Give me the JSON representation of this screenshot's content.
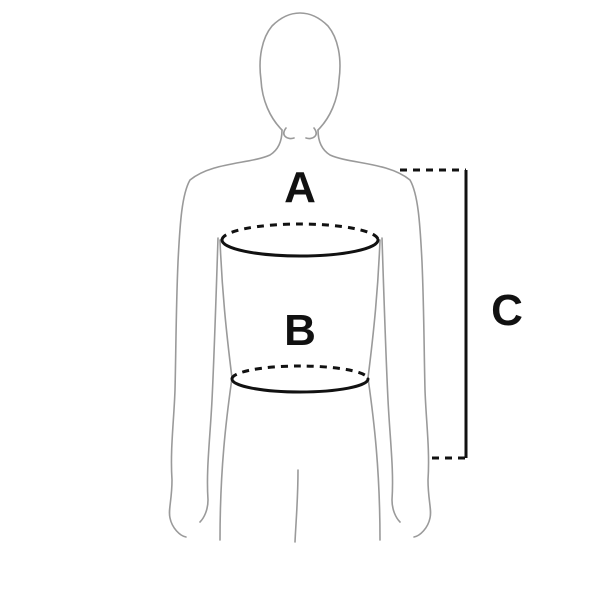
{
  "labels": {
    "a": "A",
    "b": "B",
    "c": "C"
  },
  "colors": {
    "silhouette": "#9a9a9a",
    "measure": "#111111",
    "background": "#ffffff"
  }
}
